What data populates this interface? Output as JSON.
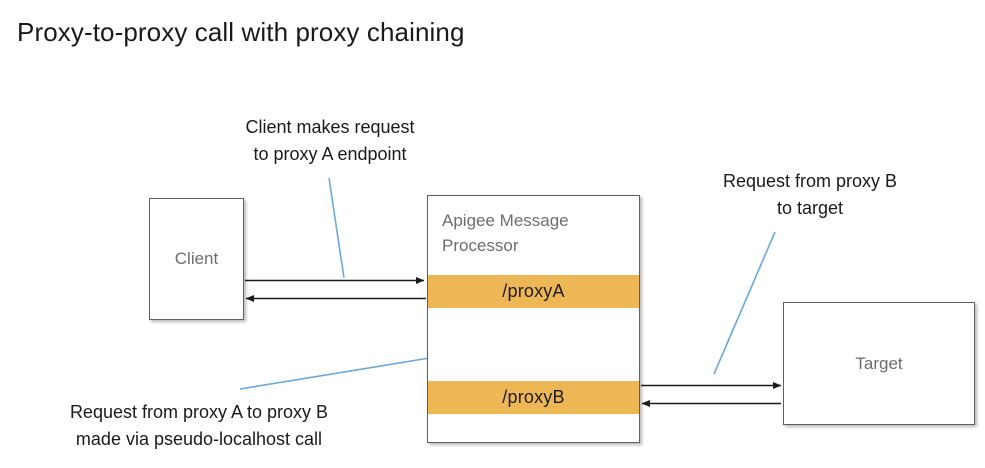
{
  "page": {
    "title": "Proxy-to-proxy call with proxy chaining"
  },
  "diagram": {
    "nodes": {
      "client": {
        "label": "Client"
      },
      "target": {
        "label": "Target"
      },
      "message_processor": {
        "title": "Apigee Message\nProcessor",
        "proxy_a": "/proxyA",
        "proxy_b": "/proxyB"
      }
    },
    "annotations": {
      "client_request": "Client makes request\nto proxy A endpoint",
      "target_request": "Request from proxy B\nto target",
      "chained_request": "Request from proxy A to proxy B\nmade via pseudo-localhost call"
    },
    "colors": {
      "proxy_band": "#eeb755",
      "box_border": "#5f5f5f",
      "node_text": "#6d6d6d",
      "arrow": "#1a1a1a",
      "leader_line": "#6aa9dd",
      "title_text": "#1a1a1a"
    },
    "flows": [
      {
        "name": "client-to-proxya",
        "direction": "right"
      },
      {
        "name": "proxya-to-client",
        "direction": "left"
      },
      {
        "name": "proxya-to-proxyb",
        "direction": "down"
      },
      {
        "name": "proxyb-to-proxya",
        "direction": "up"
      },
      {
        "name": "proxyb-to-target",
        "direction": "right"
      },
      {
        "name": "target-to-proxyb",
        "direction": "left"
      }
    ]
  }
}
